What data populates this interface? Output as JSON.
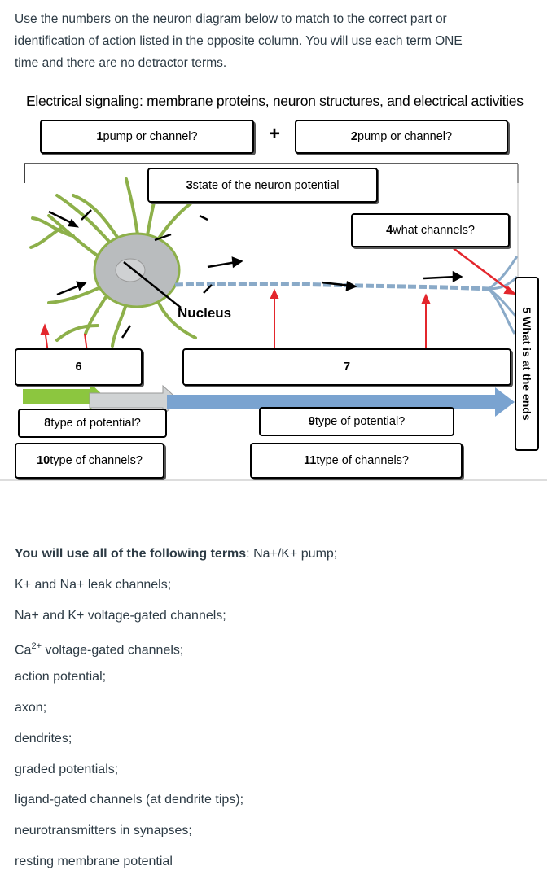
{
  "instructions": [
    "Use the numbers on the neuron diagram below to match to the correct part or",
    "identification of action listed in the opposite column.  You will use each term ONE",
    "time and there are no detractor terms."
  ],
  "diagram": {
    "title_plain": "Electrical ",
    "title_underlined": "signaling:",
    "title_rest": " membrane proteins, neuron structures, and electrical activities",
    "plus_sign": "+",
    "nucleus_label": "Nucleus",
    "labels": [
      {
        "num": "1",
        "text": " pump or channel?"
      },
      {
        "num": "2",
        "text": " pump or channel?"
      },
      {
        "num": "3",
        "text": " state of the neuron potential"
      },
      {
        "num": "4",
        "text": " what channels?"
      },
      {
        "num": "5",
        "text": " What is at the ends"
      },
      {
        "num": "6",
        "text": ""
      },
      {
        "num": "7",
        "text": ""
      },
      {
        "num": "8",
        "text": " type of potential?"
      },
      {
        "num": "9",
        "text": " type of potential?"
      },
      {
        "num": "10",
        "text": " type of channels?"
      },
      {
        "num": "11",
        "text": " type of channels?"
      }
    ],
    "colors": {
      "dendrite": "#8db04a",
      "cell": "#b9bcbe",
      "arrow_green": "#8cc63f",
      "arrow_gray": "#d0d3d4",
      "arrow_blue": "#7aa3d0",
      "red": "#e3262c"
    }
  },
  "terms": {
    "lead_bold": "You will use all of the following terms",
    "lead_rest": ": Na+/K+ pump;",
    "items": [
      "K+ and Na+ leak channels;",
      "Na+ and K+ voltage-gated channels;",
      "Ca",
      "2+",
      " voltage-gated channels;",
      "action potential;",
      "axon;",
      "dendrites;",
      "graded potentials;",
      "ligand-gated channels (at dendrite tips);",
      "neurotransmitters in synapses;",
      "resting membrane potential"
    ]
  }
}
